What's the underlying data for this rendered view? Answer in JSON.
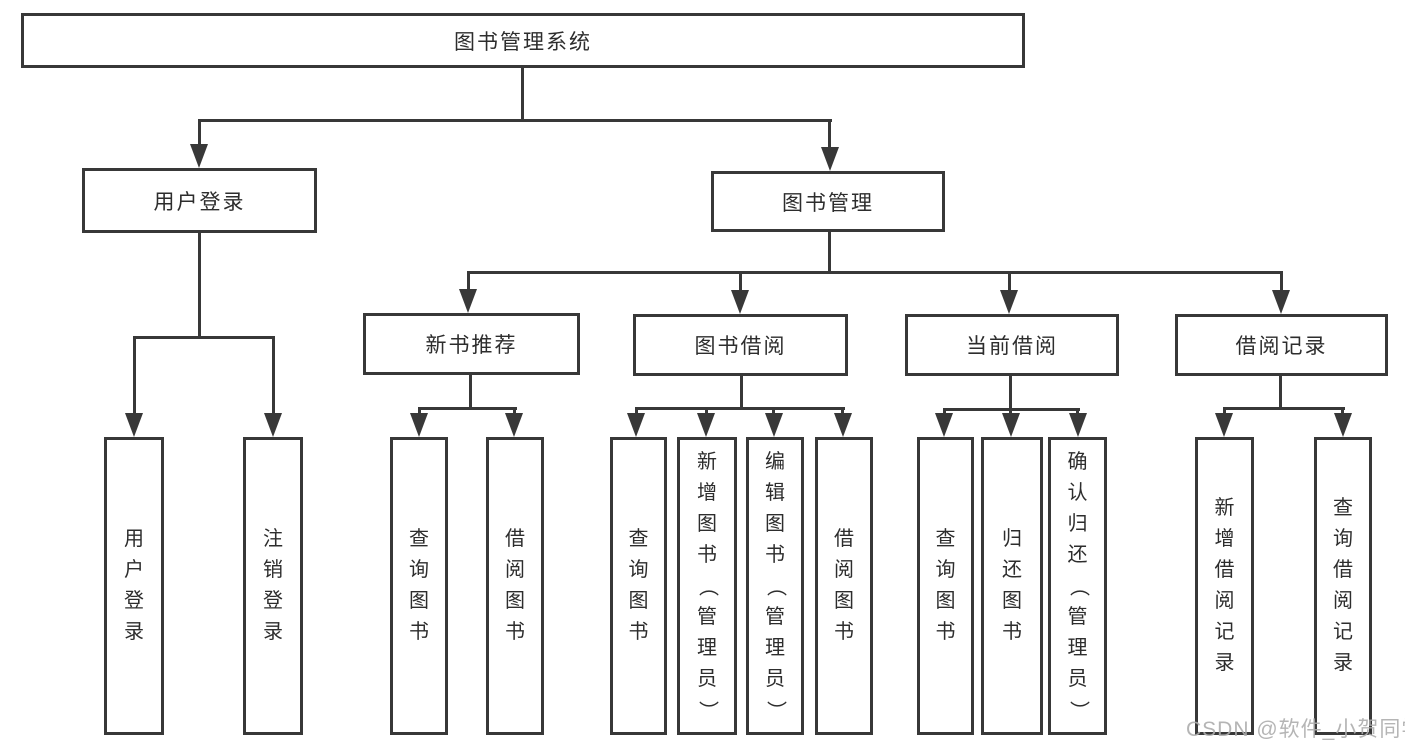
{
  "tree": {
    "label": "图书管理系统",
    "children": [
      {
        "label": "用户登录",
        "children": [
          {
            "label": "用户登录"
          },
          {
            "label": "注销登录"
          }
        ]
      },
      {
        "label": "图书管理",
        "children": [
          {
            "label": "新书推荐",
            "children": [
              {
                "label": "查询图书"
              },
              {
                "label": "借阅图书"
              }
            ]
          },
          {
            "label": "图书借阅",
            "children": [
              {
                "label": "查询图书"
              },
              {
                "label": "新增图书（管理员）"
              },
              {
                "label": "编辑图书（管理员）"
              },
              {
                "label": "借阅图书"
              }
            ]
          },
          {
            "label": "当前借阅",
            "children": [
              {
                "label": "查询图书"
              },
              {
                "label": "归还图书"
              },
              {
                "label": "确认归还（管理员）"
              }
            ]
          },
          {
            "label": "借阅记录",
            "children": [
              {
                "label": "新增借阅记录"
              },
              {
                "label": "查询借阅记录"
              }
            ]
          }
        ]
      }
    ]
  },
  "watermark": "CSDN @软件_小贺同学",
  "colors": {
    "line": "#383838",
    "text": "#2d2d2d",
    "watermark": "#adadad",
    "background": "#ffffff"
  }
}
